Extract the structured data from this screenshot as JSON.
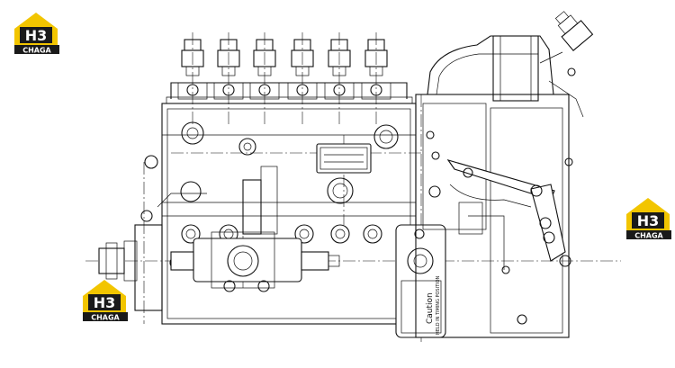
{
  "logo": {
    "letters": "H3",
    "caption": "CHAGA",
    "accent": "#f2c500",
    "dark": "#1a1a1a"
  },
  "drawing": {
    "plate_caption": "Caution",
    "plate_text": "HELD IN TIMING POSITION"
  }
}
